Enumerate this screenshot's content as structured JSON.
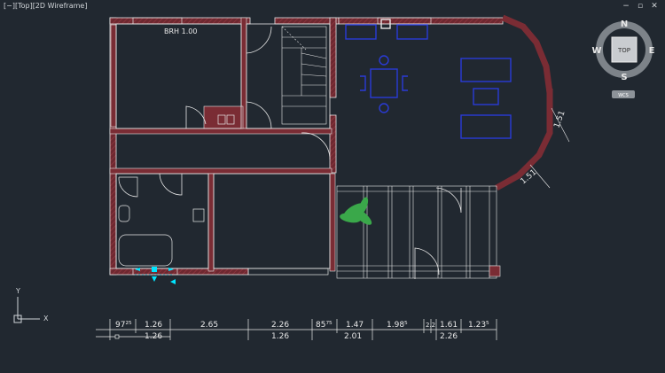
{
  "viewport": {
    "label": "[−][Top][2D Wireframe]"
  },
  "window_controls": {
    "minimize": "−",
    "restore": "▫",
    "close": "✕"
  },
  "viewcube": {
    "top_face": "TOP",
    "north": "N",
    "south": "S",
    "east": "E",
    "west": "W",
    "wcs": "WCS"
  },
  "ucs": {
    "y": "Y",
    "x": "X"
  },
  "plan": {
    "room_label": "BRH 1.00",
    "bay_dims": [
      "1.51",
      "1.51"
    ]
  },
  "dimensions": {
    "row1": [
      "97²⁵",
      "1.26",
      "2.65",
      "2.26",
      "85⁷⁵",
      "1.47",
      "1.98⁵",
      "2.2",
      "1.61",
      "1.23⁵"
    ],
    "row2": [
      "1.26",
      "1.26",
      "2.01",
      "2.26"
    ]
  },
  "colors": {
    "background": "#212830",
    "wall": "#7a2c34",
    "line": "#e8e8e8",
    "furniture": "#2a3bd8",
    "accent": "#00e5ff",
    "plant": "#3aa84a"
  }
}
